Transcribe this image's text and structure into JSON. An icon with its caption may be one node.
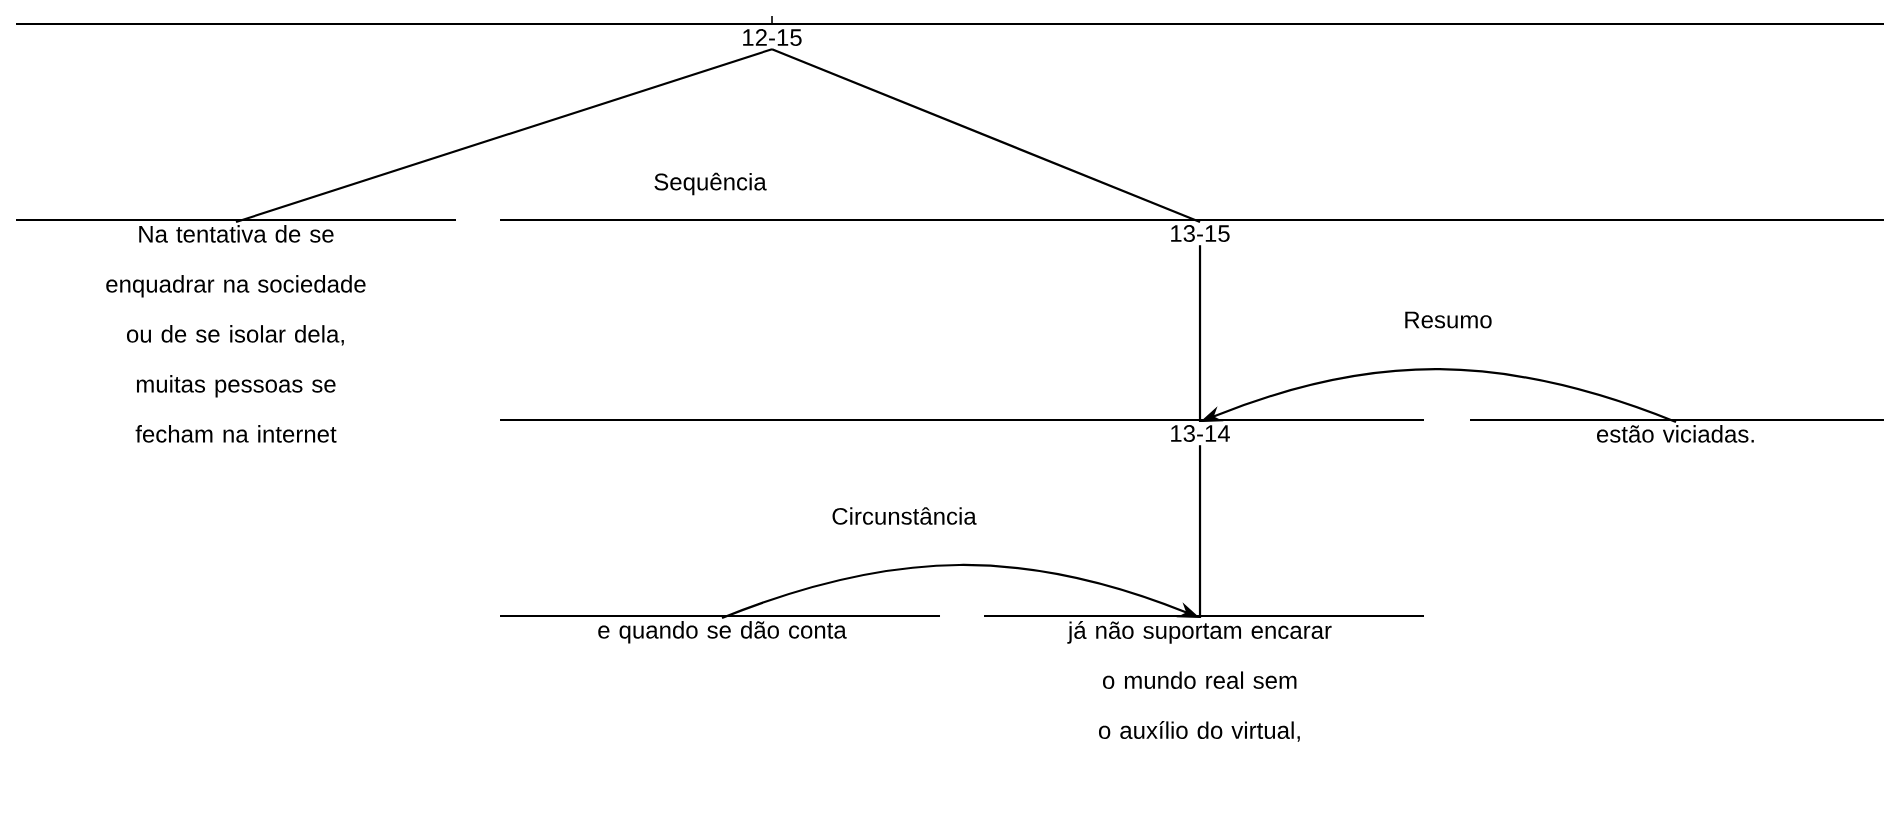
{
  "diagram": {
    "nodes": [
      {
        "text": [
          "12-15"
        ]
      },
      {
        "text": [
          "Na tentativa de se enquadrar na sociedade ou de se isolar dela, muitas pessoas se fecham na internet"
        ]
      },
      {
        "text": [
          "13-15"
        ]
      },
      {
        "text": [
          "13-14"
        ]
      },
      {
        "text": [
          "estão viciadas."
        ]
      },
      {
        "text": [
          "e quando se dão conta"
        ]
      },
      {
        "text": [
          "já não suportam encarar o mundo real sem o auxílio do virtual,"
        ]
      }
    ],
    "edges": [
      {
        "from": 0,
        "to": 1,
        "arrow": "none"
      },
      {
        "from": 0,
        "to": 2,
        "arrow": "none"
      },
      {
        "from": 2,
        "to": 3,
        "arrow": "none"
      },
      {
        "from": 4,
        "to": 3,
        "arrow": "to",
        "label": "Resumo"
      },
      {
        "from": 3,
        "to": 6,
        "arrow": "none"
      },
      {
        "from": 5,
        "to": 6,
        "arrow": "to",
        "label": "Circunstância"
      }
    ],
    "labels": [
      "Sequência"
    ]
  }
}
